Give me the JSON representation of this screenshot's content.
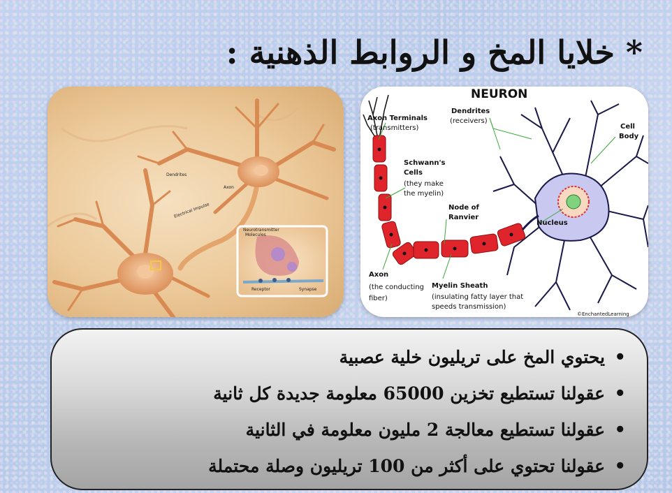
{
  "slide": {
    "title": "* خلايا المخ و الروابط الذهنية :",
    "bullet_glyph": "•",
    "bullets": [
      "يحتوي المخ على تريليون خلية عصبية",
      "عقولنا تستطيع تخزين 65000 معلومة جديدة كل ثانية",
      "عقولنا تستطيع معالجة 2 مليون معلومة في الثانية",
      "عقولنا تحتوي على أكثر من 100 تريليون وصلة محتملة"
    ]
  },
  "left_illustration": {
    "labels": {
      "dendrites": "Dendrites",
      "axon": "Axon",
      "electrical_impulse": "Electrical Impulse",
      "neurotransmitter": "Neurotransmitter",
      "molecules": "Molecules",
      "receptor": "Receptor",
      "synapse": "Synapse"
    }
  },
  "right_diagram": {
    "title": "NEURON",
    "labels": {
      "axon_terminals": "Axon Terminals",
      "axon_terminals_sub": "(transmitters)",
      "dendrites": "Dendrites",
      "dendrites_sub": "(receivers)",
      "cell": "Cell",
      "body": "Body",
      "schwanns": "Schwann's",
      "cells": "Cells",
      "they_make": "(they make",
      "the_myelin": "the myelin)",
      "node_of": "Node of",
      "ranvier": "Ranvier",
      "nucleus": "Nucleus",
      "axon": "Axon",
      "axon_sub1": "(the conducting",
      "axon_sub2": "fiber)",
      "myelin_sheath": "Myelin Sheath",
      "myelin_sub1": "(insulating fatty layer that",
      "myelin_sub2": "speeds transmission)",
      "credit": "©EnchantedLearning"
    }
  },
  "colors": {
    "myelin_red": "#e0242c",
    "cell_body": "#c9c8f0",
    "nucleus_green": "#7fd37f",
    "neuron_tan": "#e8a873"
  }
}
